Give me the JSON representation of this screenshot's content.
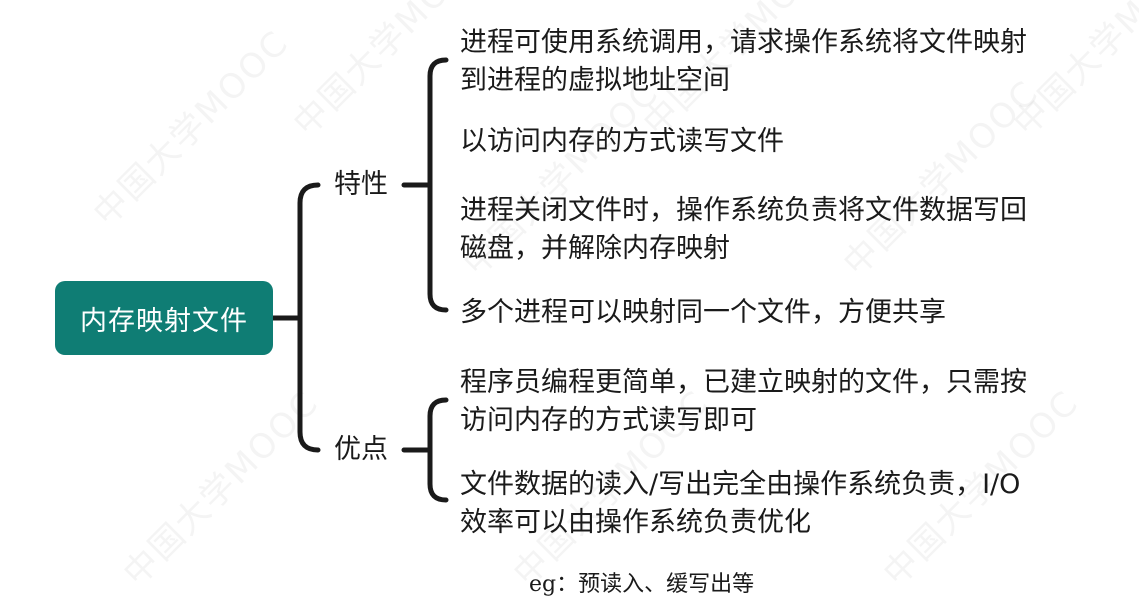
{
  "watermark_text": "中国大学MOOC",
  "root": {
    "label": "内存映射文件",
    "color": "#0f7d74"
  },
  "branches": [
    {
      "label": "特性",
      "items": [
        {
          "lines": [
            "进程可使用系统调用，请求操作系统将文件映射",
            "到进程的虚拟地址空间"
          ]
        },
        {
          "lines": [
            "以访问内存的方式读写文件"
          ]
        },
        {
          "lines": [
            "进程关闭文件时，操作系统负责将文件数据写回",
            "磁盘，并解除内存映射"
          ]
        },
        {
          "lines": [
            "多个进程可以映射同一个文件，方便共享"
          ]
        }
      ]
    },
    {
      "label": "优点",
      "items": [
        {
          "lines": [
            "程序员编程更简单，已建立映射的文件，只需按",
            "访问内存的方式读写即可"
          ]
        },
        {
          "lines": [
            "文件数据的读入/写出完全由操作系统负责，I/O",
            "效率可以由操作系统负责优化"
          ]
        }
      ]
    }
  ],
  "note": "eg：预读入、缓写出等"
}
